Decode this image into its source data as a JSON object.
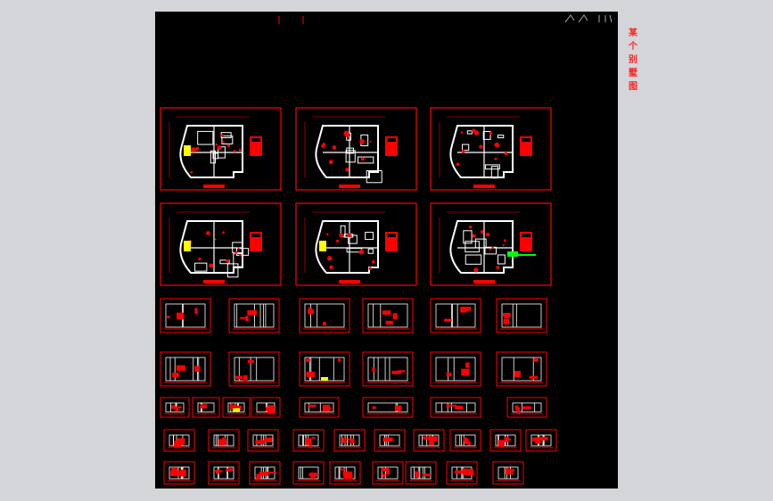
{
  "window": {
    "background": "#d3d5d8"
  },
  "canvas": {
    "background": "#000000",
    "title": "某个别墅图",
    "colors": {
      "frame": "#ff0000",
      "linework": "#ffffff",
      "highlight": "#ffff00",
      "accent": "#00ff00"
    }
  },
  "sheets": {
    "plan_row_count": 2,
    "plans_per_row": 3,
    "elevation_rows": 5
  }
}
